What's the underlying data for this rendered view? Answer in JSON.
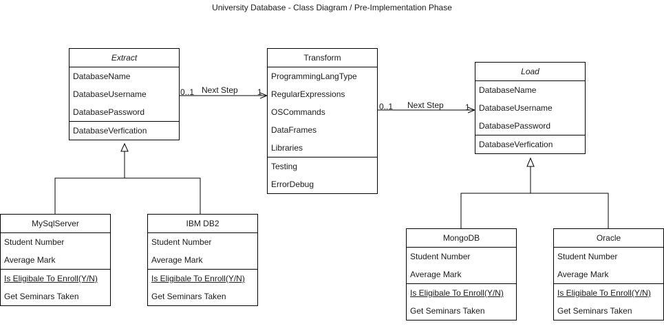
{
  "title": "University Database - Class Diagram / Pre-Implementation Phase",
  "classes": {
    "extract": {
      "name": "Extract",
      "attributes": [
        "DatabaseName",
        "DatabaseUsername",
        "DatabasePassword"
      ],
      "operations": [
        "DatabaseVerfication"
      ]
    },
    "transform": {
      "name": "Transform",
      "attributes": [
        "ProgrammingLangType",
        "RegularExpressions",
        "OSCommands",
        "DataFrames",
        "Libraries"
      ],
      "operations": [
        "Testing",
        "ErrorDebug"
      ]
    },
    "load": {
      "name": "Load",
      "attributes": [
        "DatabaseName",
        "DatabaseUsername",
        "DatabasePassword"
      ],
      "operations": [
        "DatabaseVerfication"
      ]
    },
    "mysqlserver": {
      "name": "MySqlServer",
      "attributes": [
        "Student Number",
        "Average Mark"
      ],
      "operations": [
        "Is Eligibale To Enroll(Y/N)",
        "Get Seminars Taken"
      ]
    },
    "ibmdb2": {
      "name": "IBM DB2",
      "attributes": [
        "Student Number",
        "Average Mark"
      ],
      "operations": [
        "Is Eligibale To Enroll(Y/N)",
        "Get Seminars Taken"
      ]
    },
    "mongodb": {
      "name": "MongoDB",
      "attributes": [
        "Student Number",
        "Average Mark"
      ],
      "operations": [
        "Is Eligibale To Enroll(Y/N)",
        "Get Seminars Taken"
      ]
    },
    "oracle": {
      "name": "Oracle",
      "attributes": [
        "Student Number",
        "Average Mark"
      ],
      "operations": [
        "Is Eligibale To Enroll(Y/N)",
        "Get Seminars Taken"
      ]
    }
  },
  "associations": {
    "extract_transform": {
      "label": "Next Step",
      "source_multiplicity": "0..1",
      "target_multiplicity": "1"
    },
    "transform_load": {
      "label": "Next Step",
      "source_multiplicity": "0..1",
      "target_multiplicity": "1"
    }
  }
}
